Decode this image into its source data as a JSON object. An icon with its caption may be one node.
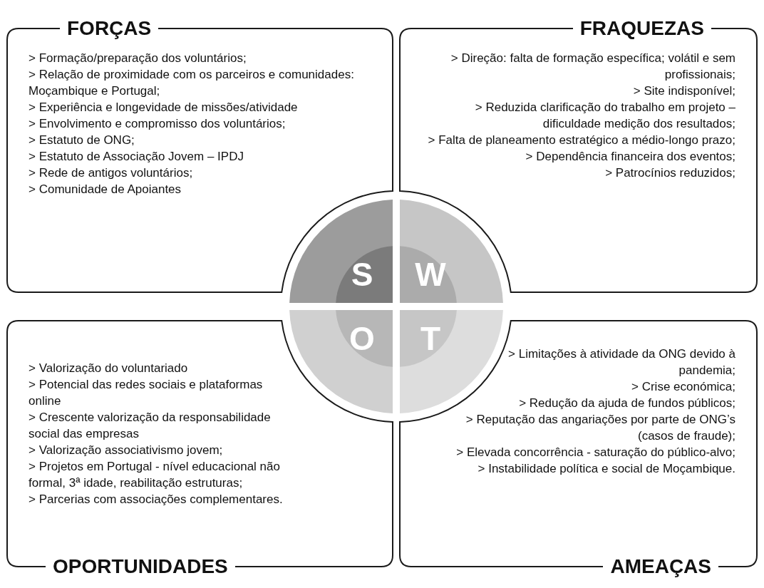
{
  "diagram": {
    "nodes": [
      {
        "text": [
          "FORÇAS",
          "> Formação/preparação dos voluntários;",
          "> Relação de proximidade com os parceiros e comunidades: Moçambique e Portugal;",
          "> Experiência e longevidade de missões/atividade",
          "> Envolvimento e compromisso dos voluntários;",
          "> Estatuto de ONG;",
          "> Estatuto de Associação Jovem – IPDJ",
          "> Rede de antigos voluntários;",
          "> Comunidade de Apoiantes"
        ]
      },
      {
        "text": [
          "FRAQUEZAS",
          "> Direção: falta de formação específica; volátil e sem profissionais;",
          "> Site indisponível;",
          "> Reduzida clarificação do trabalho em projeto – dificuldade medição dos resultados;",
          "> Falta de planeamento estratégico a médio-longo prazo;",
          "> Dependência financeira dos eventos;",
          "> Patrocínios reduzidos;"
        ]
      },
      {
        "text": [
          "S"
        ]
      },
      {
        "text": [
          "W"
        ]
      },
      {
        "text": [
          "O"
        ]
      },
      {
        "text": [
          "T"
        ]
      },
      {
        "text": [
          "> Valorização do voluntariado",
          "> Potencial das redes sociais e plataformas online",
          "> Crescente valorização da responsabilidade social das empresas",
          "> Valorização associativismo jovem;",
          "> Projetos em Portugal - nível educacional não formal, 3ª idade, reabilitação estruturas;",
          "> Parcerias com associações complementares.",
          "OPORTUNIDADES"
        ]
      },
      {
        "text": [
          "> Limitações à atividade da ONG devido à pandemia;",
          "> Crise económica;",
          "> Redução da ajuda de fundos públicos;",
          "> Reputação das angariações por parte de ONG’s (casos de fraude);",
          "> Elevada concorrência - saturação do público-alvo;",
          "> Instabilidade política e social de Moçambique.",
          "AMEAÇAS"
        ]
      }
    ]
  }
}
